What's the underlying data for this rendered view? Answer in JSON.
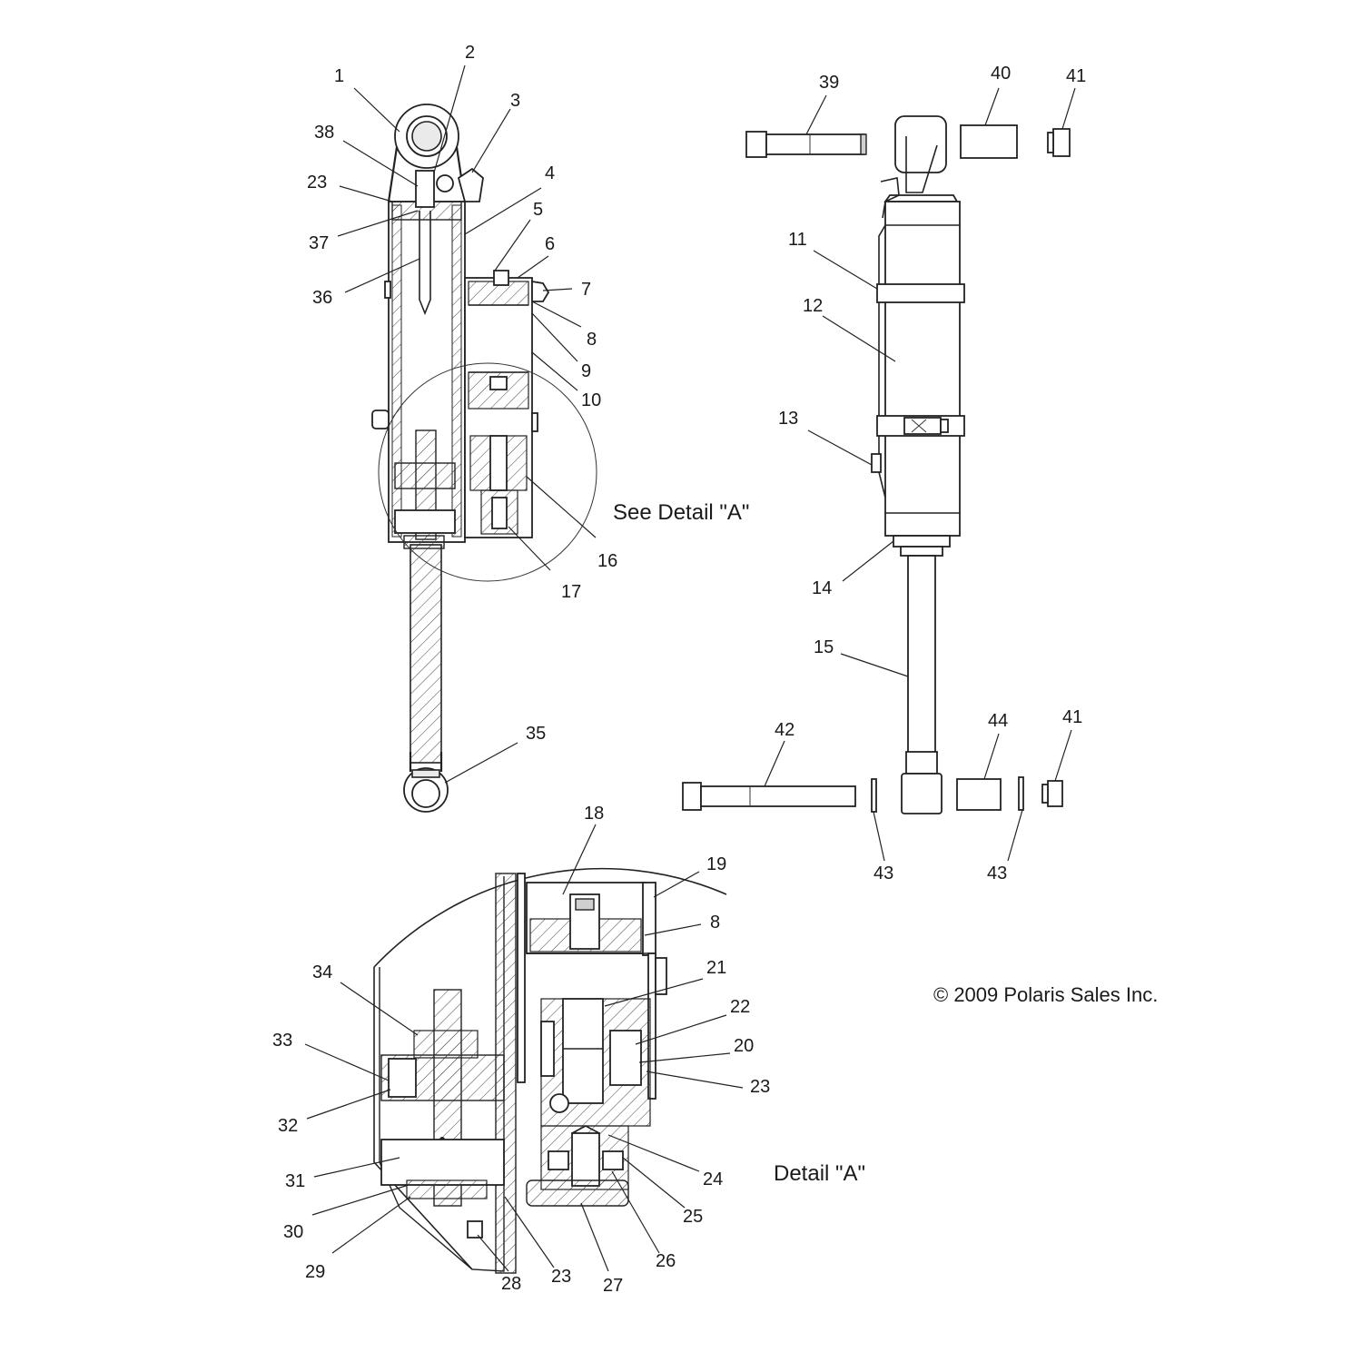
{
  "diagram": {
    "captions": {
      "see_detail": "See Detail \"A\"",
      "detail": "Detail \"A\"",
      "copyright": "© 2009 Polaris Sales Inc."
    },
    "callouts": {
      "c1": "1",
      "c2": "2",
      "c3": "3",
      "c4": "4",
      "c5": "5",
      "c6": "6",
      "c7": "7",
      "c8": "8",
      "c9": "9",
      "c10": "10",
      "c11": "11",
      "c12": "12",
      "c13": "13",
      "c14": "14",
      "c15": "15",
      "c16": "16",
      "c17": "17",
      "c18": "18",
      "c19": "19",
      "c8b": "8",
      "c20": "20",
      "c21": "21",
      "c22": "22",
      "c23a": "23",
      "c23b": "23",
      "c23c": "23",
      "c24": "24",
      "c25": "25",
      "c26": "26",
      "c27": "27",
      "c28": "28",
      "c29": "29",
      "c30": "30",
      "c31": "31",
      "c32": "32",
      "c33": "33",
      "c34": "34",
      "c35": "35",
      "c36": "36",
      "c37": "37",
      "c38": "38",
      "c39": "39",
      "c40": "40",
      "c41a": "41",
      "c41b": "41",
      "c42": "42",
      "c43a": "43",
      "c43b": "43",
      "c44": "44"
    }
  }
}
